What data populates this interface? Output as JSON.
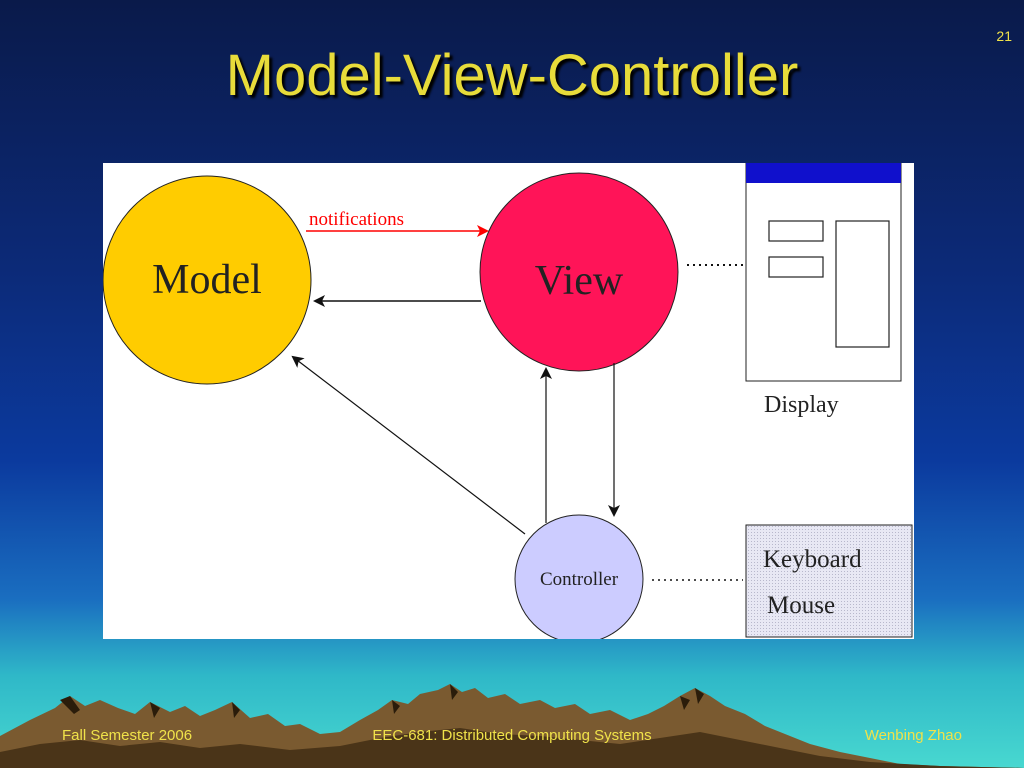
{
  "slide": {
    "number": "21",
    "title": "Model-View-Controller"
  },
  "diagram": {
    "model_label": "Model",
    "view_label": "View",
    "controller_label": "Controller",
    "notifications_label": "notifications",
    "display_label": "Display",
    "input_label_1": "Keyboard",
    "input_label_2": "Mouse",
    "colors": {
      "model": "#ffcc00",
      "view": "#ff1458",
      "controller": "#ccccff",
      "notification_arrow": "#ff0000",
      "display_titlebar": "#1010cc"
    }
  },
  "footer": {
    "left": "Fall Semester 2006",
    "center": "EEC-681: Distributed Computing Systems",
    "right": "Wenbing Zhao"
  }
}
